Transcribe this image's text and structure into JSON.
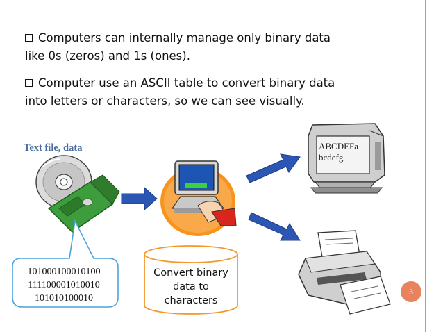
{
  "bullets": [
    {
      "icon": "checkbox-bullet-icon",
      "line1": "Computers can internally manage only binary data",
      "line2": "like 0s (zeros) and 1s (ones)."
    },
    {
      "icon": "checkbox-bullet-icon",
      "line1": "Computer use an ASCII table to convert binary data",
      "line2": "into letters or characters, so we can see visually."
    }
  ],
  "source_label": "Text file, data",
  "callout": {
    "lines": [
      "101000100010100",
      "111100001010010",
      "101010100010"
    ]
  },
  "cylinder": {
    "lines": [
      "Convert binary",
      "data to",
      "characters"
    ]
  },
  "monitor_screen": {
    "lines": [
      "ABCDEFa",
      "bcdefg"
    ]
  },
  "slide_number": "3",
  "colors": {
    "accent": "#e7835f",
    "border": "#e98a6e",
    "label_blue": "#4a6da1",
    "arrow_blue": "#2b56b3"
  }
}
